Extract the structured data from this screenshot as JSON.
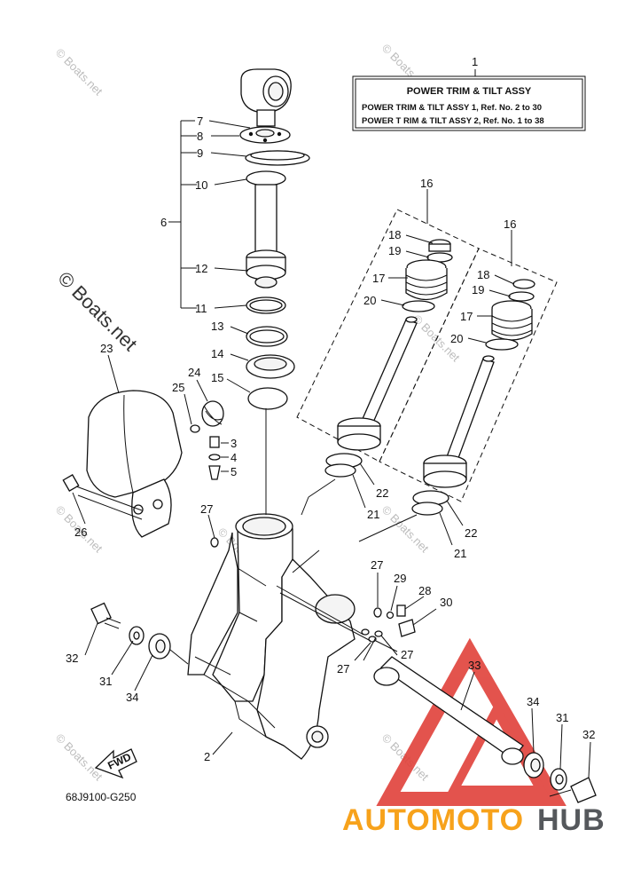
{
  "title_box": {
    "ref_number": "1",
    "title": "POWER TRIM & TILT ASSY",
    "line1": "POWER TRIM & TILT ASSY 1,  Ref. No. 2 to 30",
    "line2": "POWER T RIM & TILT ASSY 2, Ref. No. 1 to 38"
  },
  "callouts": {
    "c2": "2",
    "c3": "3",
    "c4": "4",
    "c5": "5",
    "c6": "6",
    "c7": "7",
    "c8": "8",
    "c9": "9",
    "c10": "10",
    "c11": "11",
    "c12": "12",
    "c13": "13",
    "c14": "14",
    "c15": "15",
    "c16a": "16",
    "c16b": "16",
    "c17a": "17",
    "c17b": "17",
    "c18a": "18",
    "c18b": "18",
    "c19a": "19",
    "c19b": "19",
    "c20a": "20",
    "c20b": "20",
    "c21a": "21",
    "c21b": "21",
    "c22a": "22",
    "c22b": "22",
    "c23": "23",
    "c24": "24",
    "c25": "25",
    "c26": "26",
    "c27a": "27",
    "c27b": "27",
    "c27c": "27",
    "c27d": "27",
    "c28": "28",
    "c29": "29",
    "c30": "30",
    "c31a": "31",
    "c31b": "31",
    "c32a": "32",
    "c32b": "32",
    "c33": "33",
    "c34a": "34",
    "c34b": "34"
  },
  "diagram_code": "68J9100-G250",
  "fwd_label": "FWD",
  "watermarks": {
    "w1": "© Boats.net",
    "w2": "© Boats.net",
    "w3": "© Boats.net",
    "w4": "© Boats.net",
    "w5": "© Boats.net",
    "w6": "© Boats.net",
    "w7": "© Boats.net",
    "w8": "© Boats.net",
    "big": "© Boats.net"
  },
  "logo": {
    "part1": "AUTOMOTO",
    "part2": "HUB"
  },
  "colors": {
    "logo_red": "#e0413a",
    "logo_orange": "#f7a21b",
    "logo_gray": "#55585c"
  }
}
